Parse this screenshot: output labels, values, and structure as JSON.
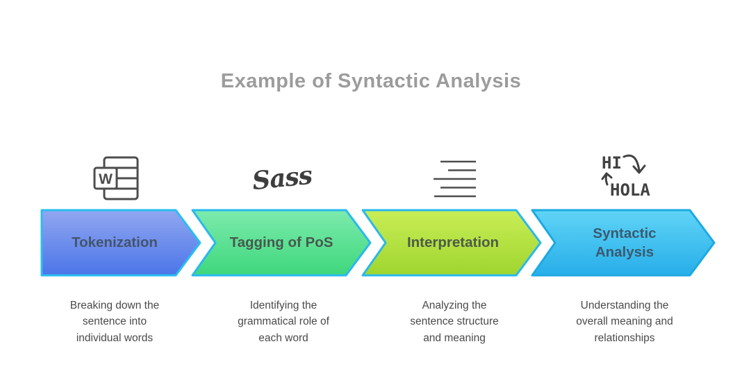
{
  "title": {
    "text": "Example of Syntactic Analysis",
    "color": "#9C9C9C"
  },
  "steps": [
    {
      "label": "Tokenization",
      "description": "Breaking down the\nsentence into\nindividual words",
      "icon": "word-document-icon",
      "gradient_top": "#91A7F0",
      "gradient_bottom": "#4B75E9",
      "border_color": "#29BDF0",
      "label_color": "#44546C"
    },
    {
      "label": "Tagging of PoS",
      "description": "Identifying the\ngrammatical role of\neach word",
      "icon": "sass-logo-icon",
      "gradient_top": "#7DEBAD",
      "gradient_bottom": "#3ED77C",
      "border_color": "#29B8EF",
      "label_color": "#47594F"
    },
    {
      "label": "Interpretation",
      "description": "Analyzing the\nsentence structure\nand meaning",
      "icon": "text-lines-icon",
      "gradient_top": "#C9EE56",
      "gradient_bottom": "#9FD52F",
      "border_color": "#29B8EF",
      "label_color": "#4E5A48"
    },
    {
      "label": "Syntactic Analysis",
      "description": "Understanding the\noverall meaning and\nrelationships",
      "icon": "translation-icon",
      "gradient_top": "#60D4F6",
      "gradient_bottom": "#27AEE9",
      "border_color": "#1CA9E2",
      "label_color": "#3A5A70"
    }
  ],
  "icons": {
    "word_letter": "W",
    "sass_text": "Sass",
    "hi_text": "HI",
    "hola_text": "HOLA",
    "stroke_color": "#4D4D4D"
  }
}
